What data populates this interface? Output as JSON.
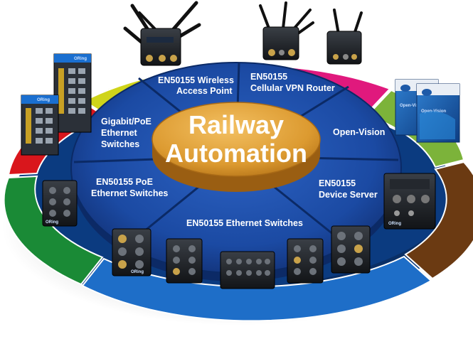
{
  "center": {
    "line1": "Railway",
    "line2": "Automation"
  },
  "segments": {
    "wireless_ap": {
      "line1": "EN50155 Wireless",
      "line2": "Access Point"
    },
    "cellular_router": {
      "line1": "EN50155",
      "line2": "Cellular VPN Router"
    },
    "open_vision": {
      "line1": "Open-Vision"
    },
    "device_server": {
      "line1": "EN50155",
      "line2": "Device Server"
    },
    "ethernet_switches": {
      "line1": "EN50155 Ethernet Switches"
    },
    "poe_switches": {
      "line1": "EN50155 PoE",
      "line2": "Ethernet Switches"
    },
    "gigabit_switches": {
      "line1": "Gigabit/PoE",
      "line2": "Ethernet",
      "line3": "Switches"
    }
  },
  "colors": {
    "wheel_blue": "#1d4fa8",
    "wheel_blue_dark": "#0f2f73",
    "center_gold": "#e0a23c",
    "ring_yellow": "#d6dc1c",
    "ring_magenta": "#e0197d",
    "ring_green_light": "#7cb33a",
    "ring_brown": "#6b3a12",
    "ring_blue": "#1e6ec8",
    "ring_green": "#1a8a36",
    "ring_red": "#d9161c"
  },
  "product_branding": {
    "brand": "ORing",
    "software_box": "Open-Vision"
  }
}
